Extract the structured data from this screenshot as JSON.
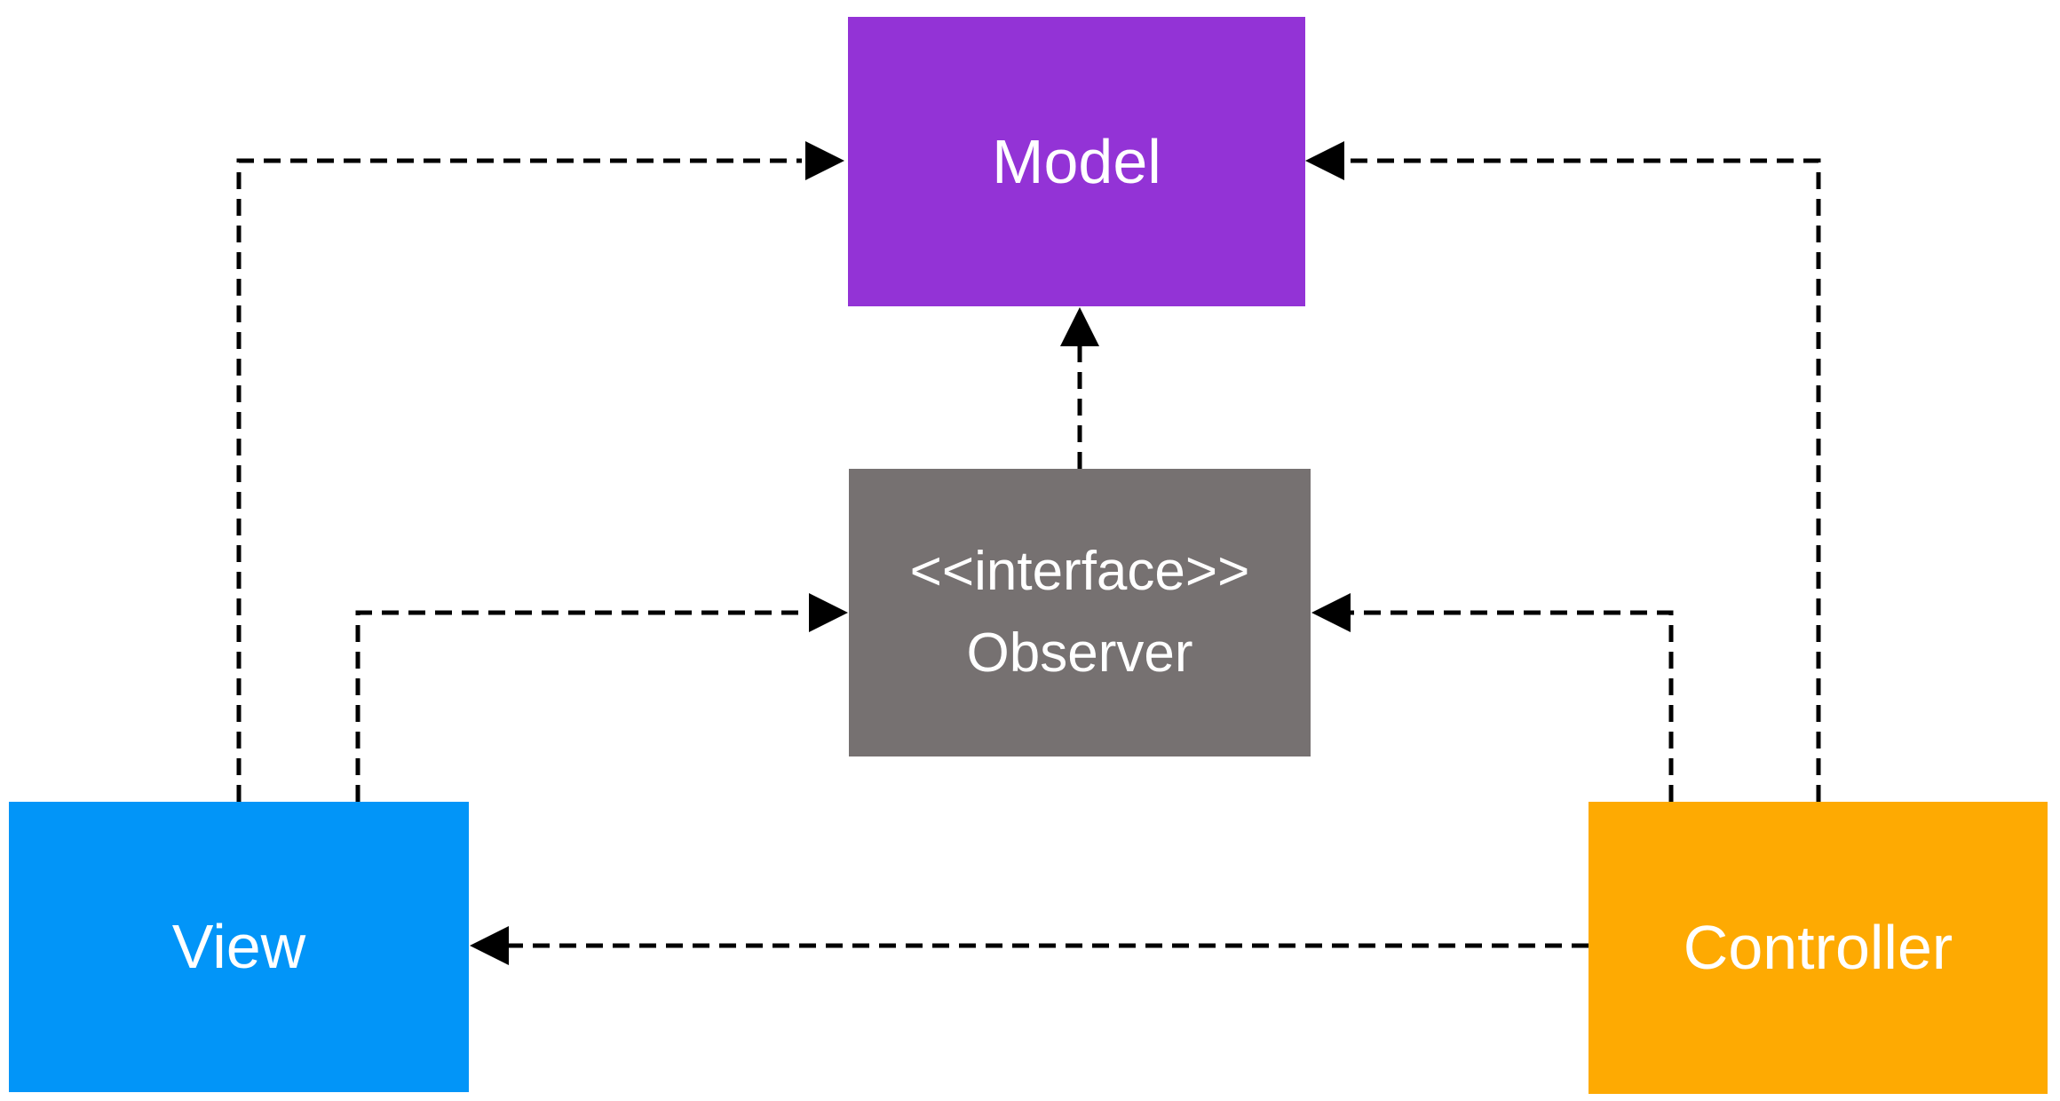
{
  "diagram": {
    "background_color": "#ffffff",
    "connector_color": "#000000",
    "connector_style": "dashed",
    "nodes": {
      "model": {
        "label": "Model",
        "color": "#9333d6"
      },
      "observer": {
        "label_line1": "<<interface>>",
        "label_line2": "Observer",
        "color": "#767171"
      },
      "view": {
        "label": "View",
        "color": "#0295f8"
      },
      "controller": {
        "label": "Controller",
        "color": "#feaa02"
      }
    },
    "edges": [
      {
        "from": "view",
        "to": "model",
        "style": "dashed",
        "arrowhead": "at-model-left"
      },
      {
        "from": "view",
        "to": "observer",
        "style": "dashed",
        "arrowhead": "at-observer-left"
      },
      {
        "from": "controller",
        "to": "model",
        "style": "dashed",
        "arrowhead": "at-model-right"
      },
      {
        "from": "controller",
        "to": "observer",
        "style": "dashed",
        "arrowhead": "at-observer-right"
      },
      {
        "from": "controller",
        "to": "view",
        "style": "dashed",
        "arrowhead": "at-view-right"
      },
      {
        "from": "observer",
        "to": "model",
        "style": "dashed",
        "arrowhead": "at-model-bottom"
      }
    ]
  }
}
